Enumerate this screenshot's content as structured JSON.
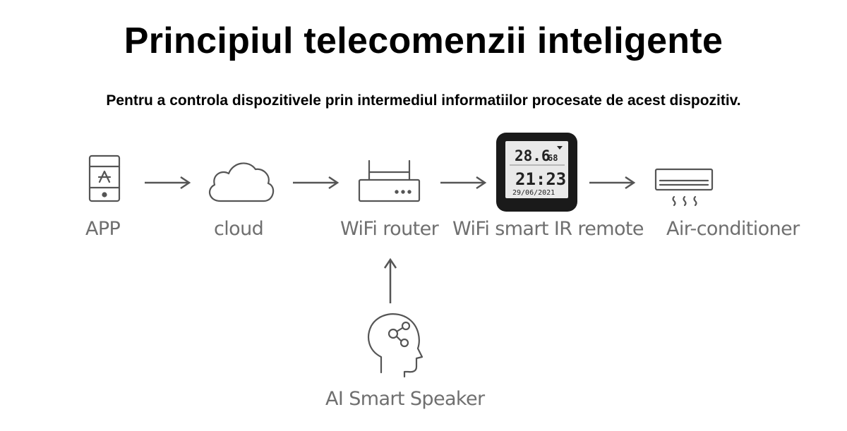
{
  "title": "Principiul telecomenzii inteligente",
  "subtitle": "Pentru a controla dispozitivele prin intermediul informatiilor procesate de acest dispozitiv.",
  "nodes": {
    "app": "APP",
    "cloud": "cloud",
    "router": "WiFi router",
    "remote": "WiFi smart IR remote",
    "ac": "Air-conditioner",
    "speaker": "AI Smart Speaker"
  },
  "remote_display": {
    "temperature": "28.6",
    "humidity": "68",
    "time": "21:23",
    "date": "29/06/2021"
  },
  "colors": {
    "icon_stroke": "#555555",
    "label_text": "#6f6f6f",
    "device_body": "#1a1a1a",
    "screen": "#e9e9e9"
  }
}
